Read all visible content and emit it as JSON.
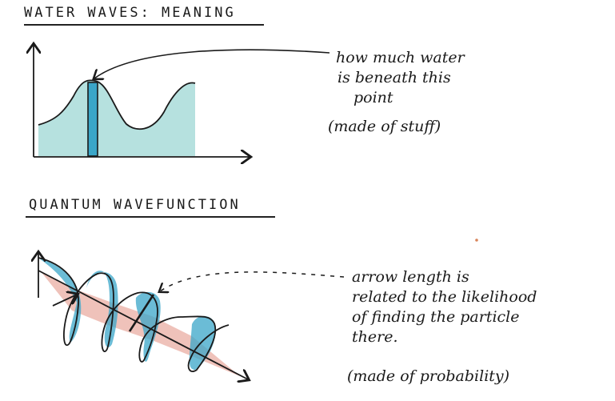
{
  "water_section": {
    "heading": "WATER WAVES: MEANING",
    "annotation_lines": [
      "how much water",
      "is beneath this",
      "point"
    ],
    "material_note": "(made of stuff)"
  },
  "quantum_section": {
    "heading": "QUANTUM WAVEFUNCTION",
    "annotation_lines": [
      "arrow length is",
      "related to the likelihood",
      "of finding the particle",
      "there."
    ],
    "material_note": "(made of probability)"
  },
  "colors": {
    "water_fill": "#a9dcd9",
    "water_column": "#3aa6c8",
    "wave_teal": "#3aa6c8",
    "wave_red": "#e8a89c",
    "ink": "#1a1a1a"
  }
}
